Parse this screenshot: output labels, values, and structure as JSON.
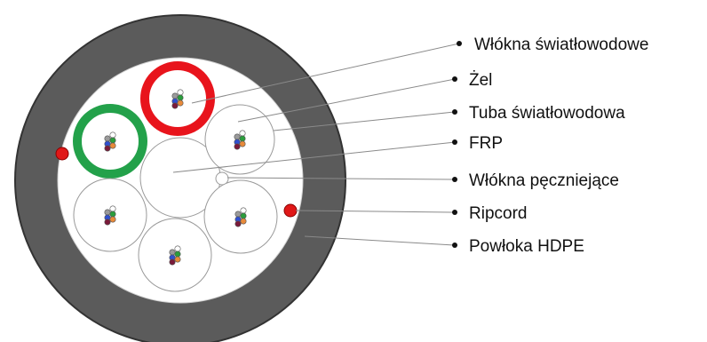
{
  "diagram": {
    "subject": "fiber-optic cable cross-section",
    "labels": {
      "fibers": "Włókna światłowodowe",
      "gel": "Żel",
      "tube": "Tuba światłowodowa",
      "frp": "FRP",
      "swelling": "Włókna pęczniejące",
      "ripcord": "Ripcord",
      "sheath": "Powłoka HDPE"
    },
    "colors": {
      "sheath": "#5b5b5b",
      "sheath_edge": "#333333",
      "core_bg": "#ffffff",
      "tube_outline": "#9a9a9a",
      "tube_red": "#e8141c",
      "tube_green": "#23a14a",
      "ripcord": "#e01818",
      "leader_line": "#8a8a8a",
      "bullet": "#111111",
      "fiber_colors": [
        "#ffffff",
        "#9a9a9a",
        "#2a9d3c",
        "#2f4fd0",
        "#e88a3a",
        "#7a1a3a"
      ]
    },
    "tube_count": 6,
    "fibers_per_tube": 6
  }
}
